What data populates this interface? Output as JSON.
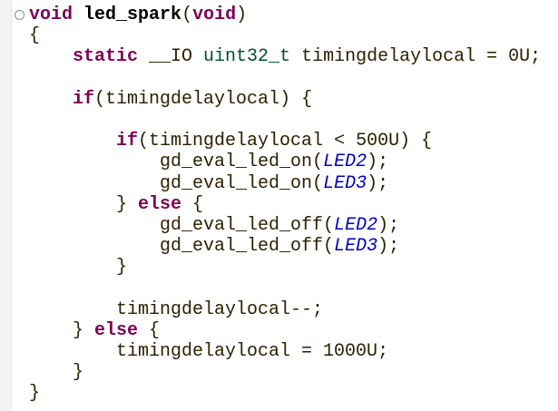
{
  "editor": {
    "lines": [
      [
        {
          "t": "void",
          "c": "kw"
        },
        {
          "t": " ",
          "c": "plain"
        },
        {
          "t": "led_spark",
          "c": "decl"
        },
        {
          "t": "(",
          "c": "plain"
        },
        {
          "t": "void",
          "c": "kw"
        },
        {
          "t": ")",
          "c": "plain"
        }
      ],
      [
        {
          "t": "{",
          "c": "plain"
        }
      ],
      [
        {
          "t": "    ",
          "c": "plain"
        },
        {
          "t": "static",
          "c": "kw"
        },
        {
          "t": " __IO ",
          "c": "plain"
        },
        {
          "t": "uint32_t",
          "c": "type"
        },
        {
          "t": " timingdelaylocal = 0U;",
          "c": "plain"
        }
      ],
      [],
      [
        {
          "t": "    ",
          "c": "plain"
        },
        {
          "t": "if",
          "c": "kw"
        },
        {
          "t": "(timingdelaylocal) {",
          "c": "plain"
        }
      ],
      [],
      [
        {
          "t": "        ",
          "c": "plain"
        },
        {
          "t": "if",
          "c": "kw"
        },
        {
          "t": "(timingdelaylocal < 500U) {",
          "c": "plain"
        }
      ],
      [
        {
          "t": "            gd_eval_led_on(",
          "c": "plain"
        },
        {
          "t": "LED2",
          "c": "macro"
        },
        {
          "t": ");",
          "c": "plain"
        }
      ],
      [
        {
          "t": "            gd_eval_led_on(",
          "c": "plain"
        },
        {
          "t": "LED3",
          "c": "macro"
        },
        {
          "t": ");",
          "c": "plain"
        }
      ],
      [
        {
          "t": "        } ",
          "c": "plain"
        },
        {
          "t": "else",
          "c": "kw"
        },
        {
          "t": " {",
          "c": "plain"
        }
      ],
      [
        {
          "t": "            gd_eval_led_off(",
          "c": "plain"
        },
        {
          "t": "LED2",
          "c": "macro"
        },
        {
          "t": ");",
          "c": "plain"
        }
      ],
      [
        {
          "t": "            gd_eval_led_off(",
          "c": "plain"
        },
        {
          "t": "LED3",
          "c": "macro"
        },
        {
          "t": ");",
          "c": "plain"
        }
      ],
      [
        {
          "t": "        }",
          "c": "plain"
        }
      ],
      [],
      [
        {
          "t": "        timingdelaylocal--;",
          "c": "plain"
        }
      ],
      [
        {
          "t": "    } ",
          "c": "plain"
        },
        {
          "t": "else",
          "c": "kw"
        },
        {
          "t": " {",
          "c": "plain"
        }
      ],
      [
        {
          "t": "        timingdelaylocal = 1000U;",
          "c": "plain"
        }
      ],
      [
        {
          "t": "    }",
          "c": "plain"
        }
      ],
      [
        {
          "t": "}",
          "c": "plain"
        }
      ]
    ],
    "fold_icon": "collapse-icon",
    "fold_symbol": "⊖"
  }
}
